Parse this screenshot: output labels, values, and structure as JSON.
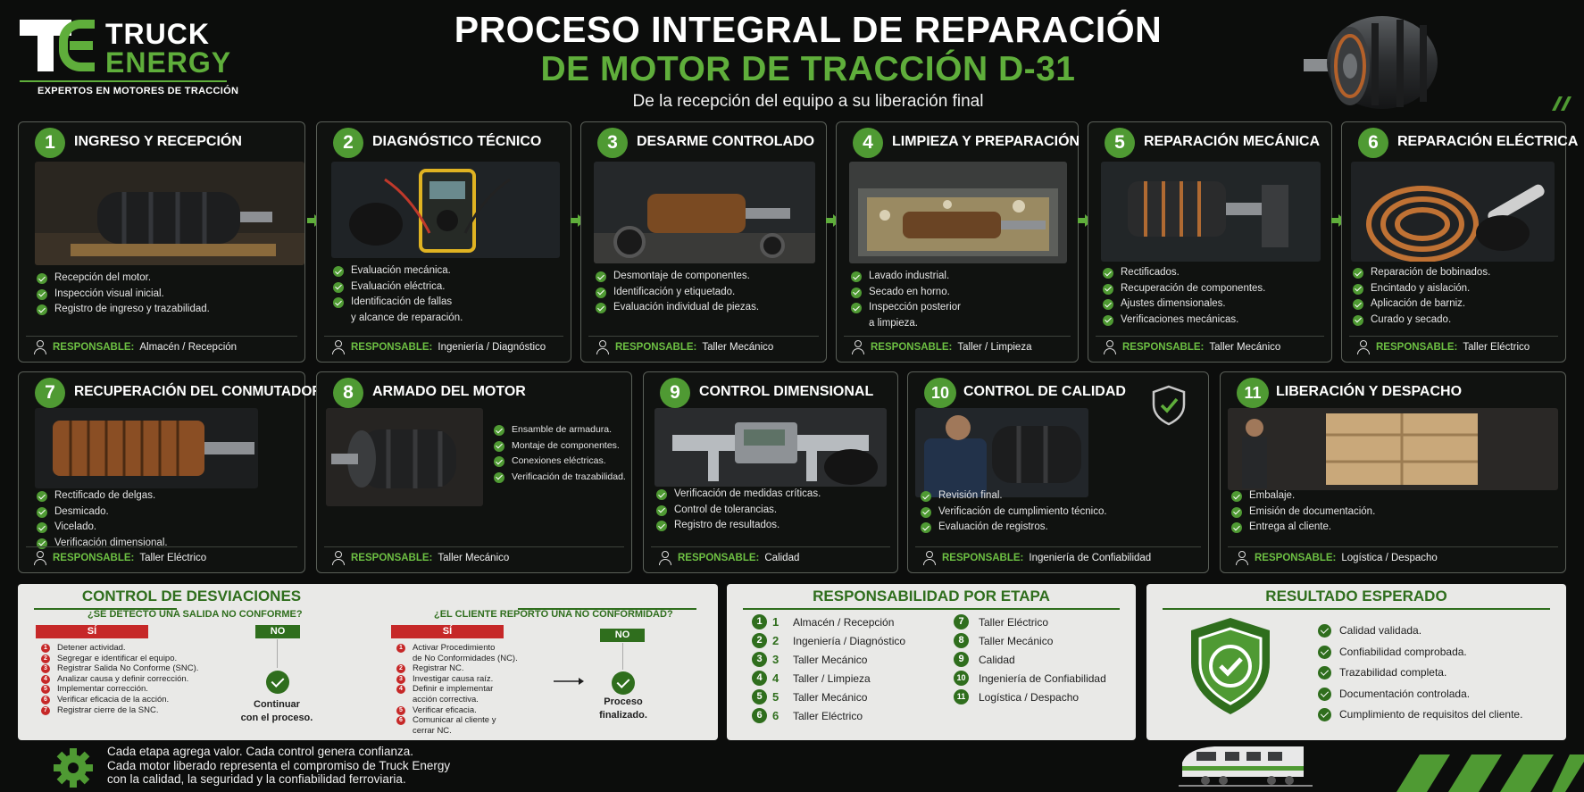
{
  "brand": {
    "word1": "TRUCK",
    "word2": "ENERGY",
    "tagline": "EXPERTOS EN MOTORES DE TRACCIÓN"
  },
  "header": {
    "title_line1": "PROCESO INTEGRAL DE REPARACIÓN",
    "title_line2": "DE MOTOR DE TRACCIÓN  D-31",
    "subtitle": "De la recepción del equipo a su liberación final"
  },
  "responsible_label": "RESPONSABLE:",
  "steps": [
    {
      "num": "1",
      "title": "INGRESO Y RECEPCIÓN",
      "items": [
        "Recepción del motor.",
        "Inspección visual inicial.",
        "Registro de ingreso y trazabilidad."
      ],
      "responsible": "Almacén / Recepción"
    },
    {
      "num": "2",
      "title": "DIAGNÓSTICO TÉCNICO",
      "items": [
        "Evaluación mecánica.",
        "Evaluación eléctrica.",
        "Identificación de fallas\ny alcance de reparación."
      ],
      "responsible": "Ingeniería / Diagnóstico"
    },
    {
      "num": "3",
      "title": "DESARME CONTROLADO",
      "items": [
        "Desmontaje de componentes.",
        "Identificación y etiquetado.",
        "Evaluación individual de piezas."
      ],
      "responsible": "Taller Mecánico"
    },
    {
      "num": "4",
      "title": "LIMPIEZA Y PREPARACIÓN",
      "items": [
        "Lavado industrial.",
        "Secado en horno.",
        "Inspección posterior\na limpieza."
      ],
      "responsible": "Taller / Limpieza"
    },
    {
      "num": "5",
      "title": "REPARACIÓN MECÁNICA",
      "items": [
        "Rectificados.",
        "Recuperación de componentes.",
        "Ajustes dimensionales.",
        "Verificaciones mecánicas."
      ],
      "responsible": "Taller Mecánico"
    },
    {
      "num": "6",
      "title": "REPARACIÓN ELÉCTRICA",
      "items": [
        "Reparación de bobinados.",
        "Encintado y aislación.",
        "Aplicación de barniz.",
        "Curado y secado."
      ],
      "responsible": "Taller Eléctrico"
    },
    {
      "num": "7",
      "title": "RECUPERACIÓN DEL CONMUTADOR",
      "items": [
        "Rectificado de delgas.",
        "Desmicado.",
        "Vicelado.",
        "Verificación dimensional."
      ],
      "responsible": "Taller Eléctrico"
    },
    {
      "num": "8",
      "title": "ARMADO DEL MOTOR",
      "items": [
        "Ensamble de armadura.",
        "Montaje de componentes.",
        "Conexiones eléctricas.",
        "Verificación de trazabilidad."
      ],
      "responsible": "Taller Mecánico"
    },
    {
      "num": "9",
      "title": "CONTROL DIMENSIONAL",
      "items": [
        "Verificación de medidas críticas.",
        "Control de tolerancias.",
        "Registro de resultados."
      ],
      "responsible": "Calidad"
    },
    {
      "num": "10",
      "title": "CONTROL DE CALIDAD",
      "items": [
        "Revisión final.",
        "Verificación de cumplimiento técnico.",
        "Evaluación de registros."
      ],
      "responsible": "Ingeniería de Confiabilidad"
    },
    {
      "num": "11",
      "title": "LIBERACIÓN Y DESPACHO",
      "items": [
        "Embalaje.",
        "Emisión de documentación.",
        "Entrega al cliente."
      ],
      "responsible": "Logística / Despacho"
    }
  ],
  "deviations": {
    "title": "CONTROL DE DESVIACIONES",
    "left": {
      "question": "¿SE DETECTÓ UNA SALIDA NO CONFORME?",
      "yes": "SÍ",
      "no": "NO",
      "actions": [
        "Detener actividad.",
        "Segregar e identificar el equipo.",
        "Registrar Salida No Conforme (SNC).",
        "Analizar causa y definir corrección.",
        "Implementar corrección.",
        "Verificar eficacia de la acción.",
        "Registrar cierre de la SNC."
      ],
      "result_line1": "Continuar",
      "result_line2": "con el proceso."
    },
    "right": {
      "question": "¿EL CLIENTE REPORTÓ UNA NO CONFORMIDAD?",
      "yes": "SÍ",
      "no": "NO",
      "actions": [
        "Activar Procedimiento\nde No Conformidades (NC).",
        "Registrar NC.",
        "Investigar causa raíz.",
        "Definir e implementar\nacción correctiva.",
        "Verificar eficacia.",
        "Comunicar al cliente y\ncerrar NC."
      ],
      "result_line1": "Proceso",
      "result_line2": "finalizado."
    }
  },
  "responsibility": {
    "title": "RESPONSABILIDAD POR ETAPA",
    "left": [
      {
        "num": "1",
        "label": "Almacén / Recepción"
      },
      {
        "num": "2",
        "label": "Ingeniería / Diagnóstico"
      },
      {
        "num": "3",
        "label": "Taller Mecánico"
      },
      {
        "num": "4",
        "label": "Taller / Limpieza"
      },
      {
        "num": "5",
        "label": "Taller Mecánico"
      },
      {
        "num": "6",
        "label": "Taller Eléctrico"
      }
    ],
    "right": [
      {
        "num": "7",
        "label": "Taller Eléctrico"
      },
      {
        "num": "8",
        "label": "Taller Mecánico"
      },
      {
        "num": "9",
        "label": "Calidad"
      },
      {
        "num": "10",
        "label": "Ingeniería de Confiabilidad"
      },
      {
        "num": "11",
        "label": "Logística / Despacho"
      }
    ]
  },
  "result": {
    "title": "RESULTADO ESPERADO",
    "items": [
      "Calidad validada.",
      "Confiabilidad comprobada.",
      "Trazabilidad completa.",
      "Documentación controlada.",
      "Cumplimiento de requisitos del cliente."
    ]
  },
  "footer": {
    "line1": "Cada etapa agrega valor. Cada control genera confianza.",
    "line2": "Cada motor liberado representa el compromiso de Truck Energy",
    "line3": "con la calidad, la seguridad y la confiabilidad ferroviaria."
  },
  "colors": {
    "accent_green": "#5fae3b",
    "dark_green": "#2f6e1d",
    "alert_red": "#c62828",
    "background": "#0c0d0c"
  }
}
